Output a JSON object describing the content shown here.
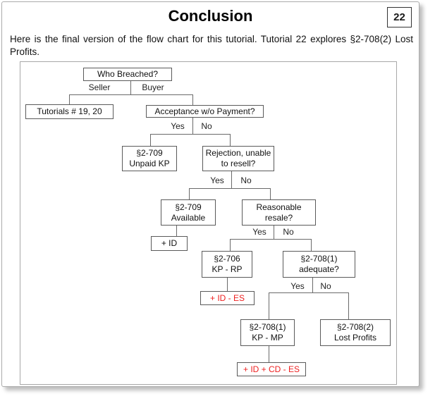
{
  "page": {
    "title": "Conclusion",
    "slide_number": "22",
    "intro": "Here is the final version of the flow chart for this tutorial. Tutorial 22 explores §2-708(2) Lost Profits."
  },
  "colors": {
    "accent_red": "#ee2020",
    "box_border": "#5a5a5a",
    "connector_line": "#6a6a6a",
    "frame_border": "#a8a8a8"
  },
  "flowchart": {
    "nodes": {
      "who_breached": {
        "label": "Who Breached?"
      },
      "tutorials": {
        "label": "Tutorials # 19, 20"
      },
      "acceptance": {
        "label": "Acceptance w/o Payment?"
      },
      "s2709_unpaid": {
        "line1": "§2-709",
        "line2": "Unpaid KP"
      },
      "rejection": {
        "line1": "Rejection, unable",
        "line2": "to resell?"
      },
      "s2709_available": {
        "line1": "§2-709",
        "line2": "Available"
      },
      "reasonable": {
        "line1": "Reasonable",
        "line2": "resale?"
      },
      "plus_id": {
        "label": "+ ID"
      },
      "s2706": {
        "line1": "§2-706",
        "line2": "KP - RP"
      },
      "s2708_1_adequate": {
        "line1": "§2-708(1)",
        "line2": "adequate?"
      },
      "plus_id_es": {
        "label": "+ ID - ES"
      },
      "s2708_1_kpmp": {
        "line1": "§2-708(1)",
        "line2": "KP - MP"
      },
      "s2708_2_lost_profits": {
        "line1": "§2-708(2)",
        "line2": "Lost Profits"
      },
      "plus_id_cd_es": {
        "label": "+ ID + CD - ES"
      }
    },
    "edge_labels": {
      "seller": "Seller",
      "buyer": "Buyer",
      "yes1": "Yes",
      "no1": "No",
      "yes2": "Yes",
      "no2": "No",
      "yes3": "Yes",
      "no3": "No",
      "yes4": "Yes",
      "no4": "No"
    }
  }
}
